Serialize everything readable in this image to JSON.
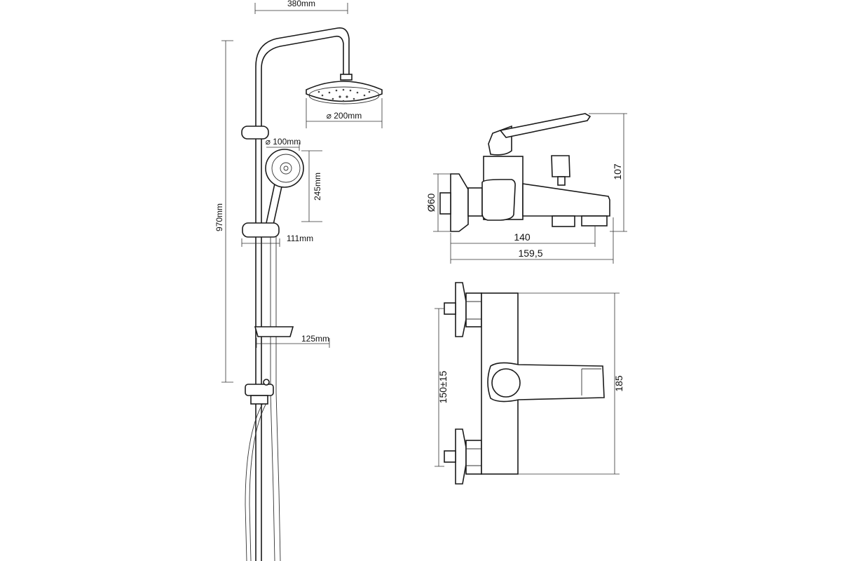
{
  "shower_system": {
    "dims": {
      "arm_reach": "380mm",
      "rain_head_diameter": "⌀ 200mm",
      "hand_shower_diameter": "⌀ 100mm",
      "hand_shower_length": "245mm",
      "total_height": "970mm",
      "holder_offset": "111mm",
      "soap_dish_width": "125mm"
    }
  },
  "faucet_side": {
    "dims": {
      "flange_diameter": "Ø60",
      "height": "107",
      "spout_length": "140",
      "total_length": "159,5"
    }
  },
  "faucet_top": {
    "dims": {
      "inlet_spacing": "150±15",
      "body_width": "185"
    }
  }
}
